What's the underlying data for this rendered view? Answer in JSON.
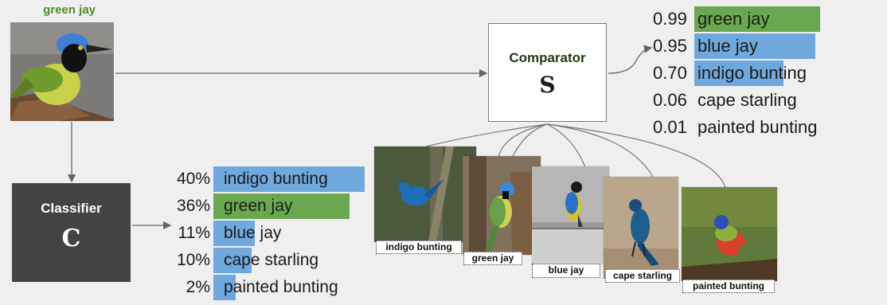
{
  "query": {
    "label": "green jay"
  },
  "classifier": {
    "title": "Classifier",
    "symbol": "C"
  },
  "comparator": {
    "title": "Comparator",
    "symbol": "S"
  },
  "colors": {
    "green": "#6aa84f",
    "blue": "#6fa8dc",
    "box_dark": "#434343",
    "label_green": "#4e8b2a"
  },
  "comparator_scores": [
    {
      "score": "0.99",
      "label": "green jay",
      "value": 0.99,
      "color": "green"
    },
    {
      "score": "0.95",
      "label": "blue jay",
      "value": 0.95,
      "color": "blue"
    },
    {
      "score": "0.70",
      "label": "indigo bunting",
      "value": 0.7,
      "color": "blue"
    },
    {
      "score": "0.06",
      "label": "cape starling",
      "value": 0.06,
      "color": "none"
    },
    {
      "score": "0.01",
      "label": "painted bunting",
      "value": 0.01,
      "color": "none"
    }
  ],
  "classifier_probs": [
    {
      "pct": "40%",
      "label": "indigo bunting",
      "value": 0.4,
      "color": "blue"
    },
    {
      "pct": "36%",
      "label": "green jay",
      "value": 0.36,
      "color": "green"
    },
    {
      "pct": "11%",
      "label": "blue jay",
      "value": 0.11,
      "color": "blue"
    },
    {
      "pct": "10%",
      "label": "cape starling",
      "value": 0.1,
      "color": "blue"
    },
    {
      "pct": "2%",
      "label": "painted bunting",
      "value": 0.02,
      "color": "blue"
    }
  ],
  "exemplars": [
    {
      "caption": "indigo bunting"
    },
    {
      "caption": "green jay"
    },
    {
      "caption": "blue jay"
    },
    {
      "caption": "cape starling"
    },
    {
      "caption": "painted bunting"
    }
  ]
}
